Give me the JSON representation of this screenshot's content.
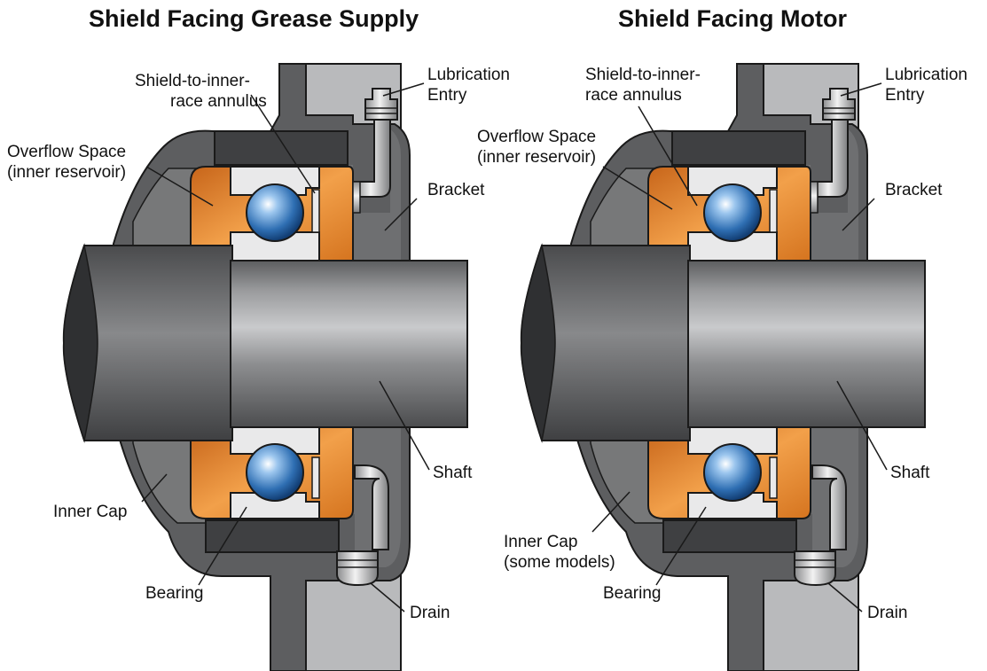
{
  "panels": [
    {
      "title": "Shield Facing Grease Supply",
      "labels": {
        "lubrication_entry": [
          "Lubrication",
          "Entry"
        ],
        "shield_annulus": [
          "Shield-to-inner-",
          "race annulus"
        ],
        "overflow_space": [
          "Overflow Space",
          "(inner reservoir)"
        ],
        "bracket": "Bracket",
        "shaft": "Shaft",
        "inner_cap": [
          "Inner Cap"
        ],
        "bearing": "Bearing",
        "drain": "Drain"
      }
    },
    {
      "title": "Shield Facing Motor",
      "labels": {
        "lubrication_entry": [
          "Lubrication",
          "Entry"
        ],
        "shield_annulus": [
          "Shield-to-inner-",
          "race annulus"
        ],
        "overflow_space": [
          "Overflow Space",
          "(inner reservoir)"
        ],
        "bracket": "Bracket",
        "shaft": "Shaft",
        "inner_cap": [
          "Inner Cap",
          "(some models)"
        ],
        "bearing": "Bearing",
        "drain": "Drain"
      }
    }
  ],
  "colors": {
    "housing_dark": "#5d5e60",
    "housing_light": "#b9babc",
    "grease_orange": "#e8862a",
    "race_light": "#e9e9ea",
    "ball_blue": "#2f6fb3",
    "shaft_gray": "#8c8d8f",
    "outline": "#1a1a1a"
  }
}
